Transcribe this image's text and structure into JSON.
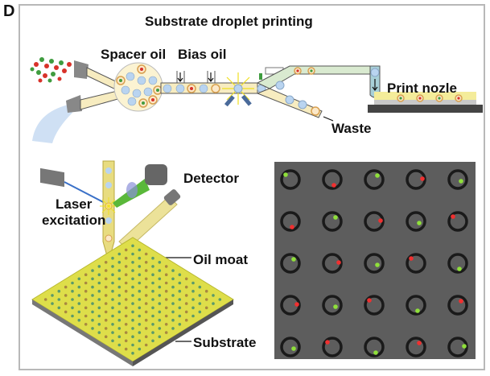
{
  "panel_letter": "D",
  "title": "Substrate droplet printing",
  "labels": {
    "spacer_oil": "Spacer oil",
    "bias_oil": "Bias oil",
    "print_nozzle": "Print nozle",
    "waste": "Waste",
    "detector": "Detector",
    "laser_excitation_line1": "Laser",
    "laser_excitation_line2": "excitation",
    "oil_moat": "Oil moat",
    "substrate": "Substrate"
  },
  "colors": {
    "channel_fill": "#f7ecc0",
    "print_channel_fill": "#d9ead0",
    "droplet_empty": "#b9d4f0",
    "droplet_ring": "#e8b86a",
    "cell_red": "#d8322a",
    "cell_green": "#3f9c3f",
    "substrate_yellow": "#dede4a",
    "micrograph_bg": "#5d5d5d",
    "fluor_green": "#8fe03a",
    "fluor_red": "#f03030"
  },
  "micrograph": {
    "rows": 5,
    "cols": 5,
    "wells": [
      [
        "green",
        "red",
        "green",
        "red",
        "green"
      ],
      [
        "red",
        "green",
        "red",
        "green",
        "red"
      ],
      [
        "green",
        "red",
        "green",
        "red",
        "green"
      ],
      [
        "red",
        "green",
        "red",
        "green",
        "red"
      ],
      [
        "green",
        "red",
        "green",
        "red",
        "green"
      ]
    ]
  }
}
